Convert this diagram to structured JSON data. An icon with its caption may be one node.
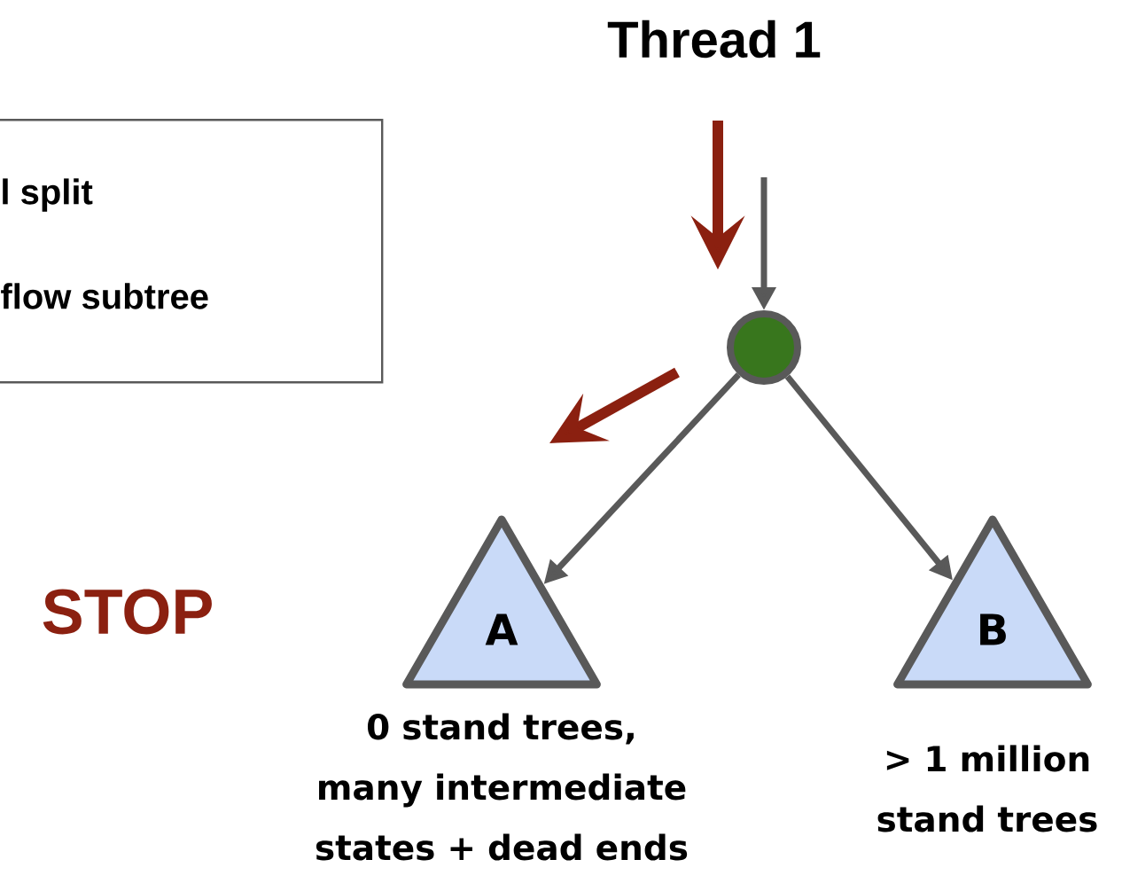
{
  "diagram": {
    "nodes": [
      {
        "text": [
          "l split",
          "flow subtree"
        ]
      },
      {
        "text": [],
        "shape": "circle"
      },
      {
        "text": [
          "A"
        ],
        "beside": [
          "0 stand trees, many intermediate states + dead ends"
        ]
      },
      {
        "text": [
          "B"
        ],
        "beside": [
          "> 1 million stand trees"
        ]
      }
    ],
    "edges": [
      {
        "from": null,
        "to": 1,
        "arrow": "to"
      },
      {
        "from": 1,
        "to": 2,
        "arrow": "to"
      },
      {
        "from": 1,
        "to": 3,
        "arrow": "to"
      }
    ],
    "labels": [
      "Thread 1",
      "STOP"
    ]
  }
}
